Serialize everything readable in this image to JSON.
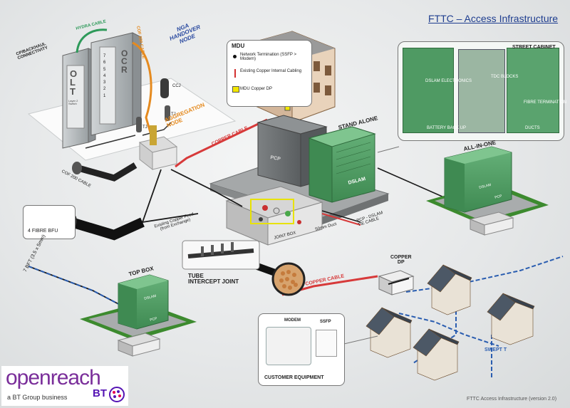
{
  "title": "FTTC – Access Infrastructure",
  "exchange": {
    "cp_backhaul": [
      "CP/BACKHAUL",
      "CONNECTIVITY"
    ],
    "hydra_cable": "HYDRA CABLE",
    "cof200_top": "COF 200 CABLE",
    "nga_handover": [
      "NGA",
      "HANDOVER",
      "NODE"
    ],
    "olt": "OLT",
    "olt_sub": [
      "Layer 2",
      "Switch"
    ],
    "ocr": "OCR",
    "ocr_numbers": [
      "7",
      "6",
      "5",
      "4",
      "3",
      "2",
      "1"
    ],
    "ccj": "CCJ",
    "tj1": "TJ",
    "tj2": "TJ",
    "aggregation": [
      "AGGREGATION",
      "NODE"
    ],
    "cof200_left": "COF 200 CABLE"
  },
  "mdu": {
    "title": "MDU",
    "legend": [
      {
        "text": "Network Termination (SSFP > Modem)",
        "color": "#111111"
      },
      {
        "text": "Existing Copper Internal Cabling",
        "color": "#d33030"
      },
      {
        "text": "MDU Copper DP",
        "color": "#f2e600"
      }
    ]
  },
  "street_cabinet": {
    "title": "STREET CABINET",
    "labels": [
      "DSLAM ELECTRONICS",
      "TDC BLOCKS",
      "FIBRE TERMINATION",
      "BATTERY BACK UP",
      "DUCTS"
    ]
  },
  "cables": {
    "copper_top": "COPPER CABLE",
    "copper_bottom": "COPPER CABLE",
    "existing_feed": [
      "Existing Copper Feed",
      "(from Exchange)"
    ],
    "duct_50mm": "50mm Duct",
    "pcp_dslam_tie": [
      "PCP - DSLAM",
      "TIE CABLE"
    ],
    "bfu_4": "4 FIBRE BFU",
    "bft_7": "7 BFT (3.5 x 5mm)"
  },
  "cabinets": {
    "pcp": "PCP",
    "stand_alone": "STAND ALONE",
    "dslam": "DSLAM",
    "all_in_one": "ALL-IN-ONE",
    "aio_dslam": "DSLAM",
    "aio_pcp": "PCP",
    "top_box": "TOP BOX",
    "top_dslam": "DSLAM",
    "top_pcp": "PCP",
    "joint_box": "JOINT BOX"
  },
  "tube_joint": [
    "TUBE",
    "INTERCEPT JOINT"
  ],
  "copper_dp": [
    "COPPER",
    "DP"
  ],
  "customer": {
    "modem": "MODEM",
    "ssfp": "SSFP",
    "caption": "CUSTOMER EQUIPMENT"
  },
  "swept_t": "SWEPT T",
  "footer": "FTTC Access Infrastructure (version 2.0)",
  "logo": {
    "word": "openreach",
    "sub": "a BT Group business",
    "bt": "BT"
  },
  "colors": {
    "copper": "#d73a3a",
    "fibre": "#1a1a1a",
    "duct": "#2a5db0",
    "cabinet_green": "#4f9a63",
    "title": "#1e3d8f",
    "aggregation": "#e58a1f",
    "nga": "#2a4aa0",
    "grass": "#3c8a2e"
  }
}
